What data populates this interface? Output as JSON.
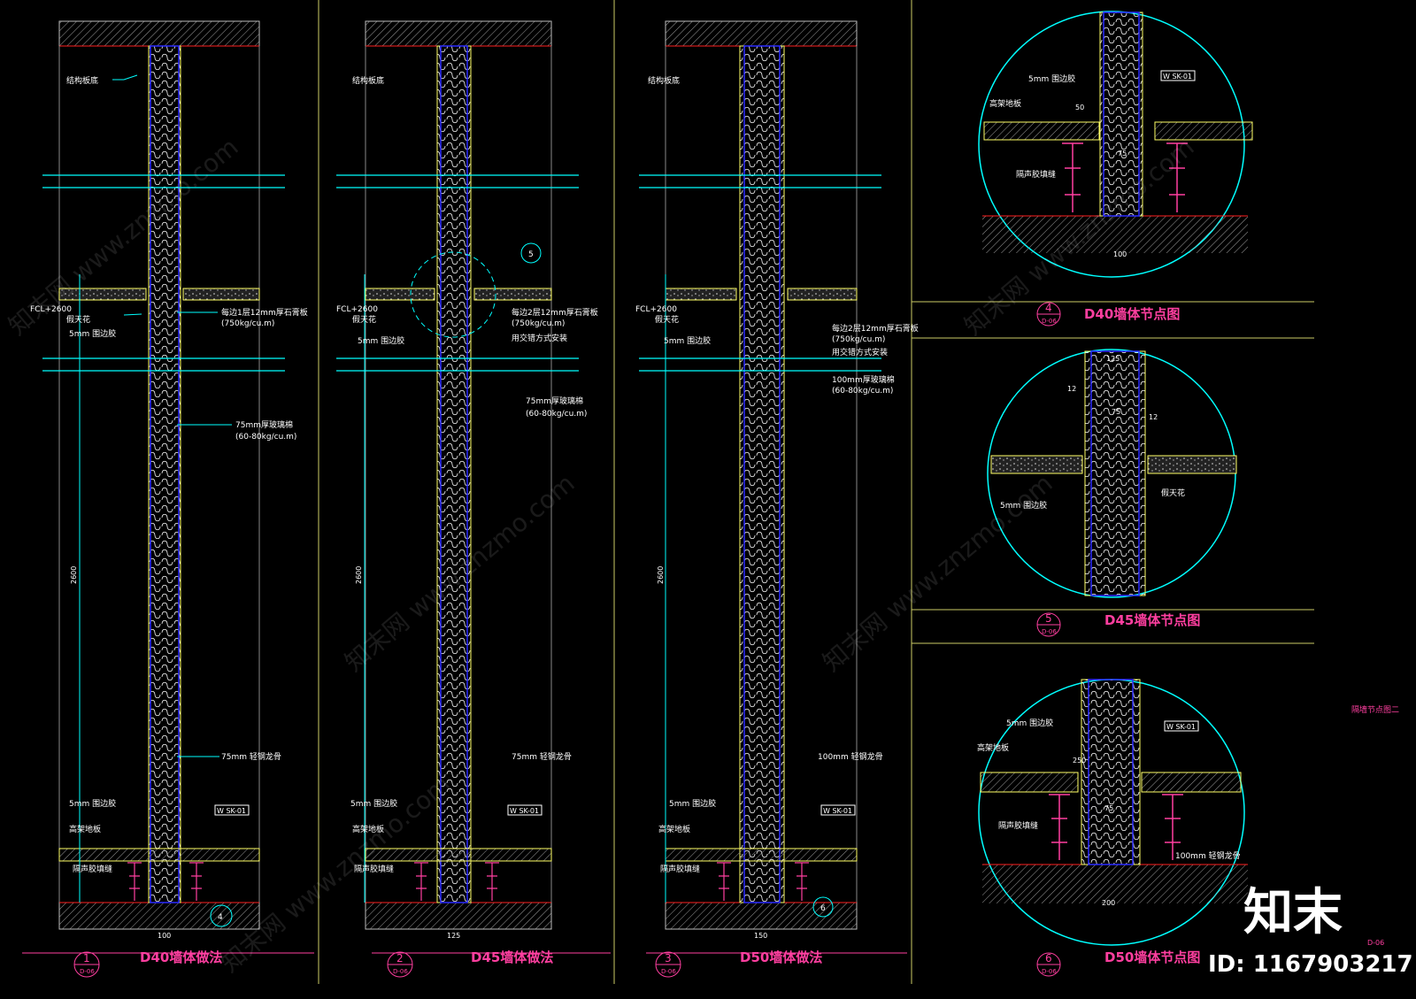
{
  "panels": [
    {
      "title": "D40墙体做法",
      "num": "1",
      "sheet": "D-06",
      "label_board": "结构板底",
      "label_fcl": "FCL+2600",
      "label_ceiling": "假天花",
      "label_sealant": "5mm 围边胶",
      "label_gypsum": "每边1层12mm厚石膏板",
      "label_gypsum_density": "(750kg/cu.m)",
      "label_gypsum_extra": "",
      "label_wool": "75mm厚玻璃棉",
      "label_wool_density": "(60-80kg/cu.m)",
      "label_keel": "75mm 轻钢龙骨",
      "label_sealant2": "5mm 围边胶",
      "label_floor": "高架地板",
      "label_gap": "隔声胶填缝",
      "tag": "W SK-01",
      "height": "2600",
      "width": "100",
      "detail_ref": "4"
    },
    {
      "title": "D45墙体做法",
      "num": "2",
      "sheet": "D-06",
      "label_board": "结构板底",
      "label_fcl": "FCL+2600",
      "label_ceiling": "假天花",
      "label_sealant": "5mm 围边胶",
      "label_gypsum": "每边2层12mm厚石膏板",
      "label_gypsum_density": "(750kg/cu.m)",
      "label_gypsum_extra": "用交错方式安装",
      "label_wool": "75mm厚玻璃棉",
      "label_wool_density": "(60-80kg/cu.m)",
      "label_keel": "75mm 轻钢龙骨",
      "label_sealant2": "5mm 围边胶",
      "label_floor": "高架地板",
      "label_gap": "隔声胶填缝",
      "tag": "W SK-01",
      "height": "2600",
      "width": "125",
      "detail_ref": "5"
    },
    {
      "title": "D50墙体做法",
      "num": "3",
      "sheet": "D-06",
      "label_board": "结构板底",
      "label_fcl": "FCL+2600",
      "label_ceiling": "假天花",
      "label_sealant": "5mm 围边胶",
      "label_gypsum": "每边2层12mm厚石膏板",
      "label_gypsum_density": "(750kg/cu.m)",
      "label_gypsum_extra": "用交错方式安装",
      "label_wool": "100mm厚玻璃棉",
      "label_wool_density": "(60-80kg/cu.m)",
      "label_keel": "100mm 轻钢龙骨",
      "label_sealant2": "5mm 围边胶",
      "label_floor": "高架地板",
      "label_gap": "隔声胶填缝",
      "tag": "W SK-01",
      "height": "2600",
      "width": "150",
      "detail_ref": "6"
    }
  ],
  "details": [
    {
      "title": "D40墙体节点图",
      "num": "4",
      "sheet": "D-06",
      "label_sealant": "5mm 围边胶",
      "label_floor": "高架地板",
      "label_gap": "隔声胶填缝",
      "tag": "W SK-01",
      "dim_top": "50",
      "dim_mid": "75",
      "dim_bottom": "100"
    },
    {
      "title": "D45墙体节点图",
      "num": "5",
      "sheet": "D-06",
      "label_sealant": "5mm 围边胶",
      "label_ceiling": "假天花",
      "dim_top": "125",
      "dim_a": "12",
      "dim_b": "75",
      "dim_c": "12"
    },
    {
      "title": "D50墙体节点图",
      "num": "6",
      "sheet": "D-06",
      "label_sealant": "5mm 围边胶",
      "label_floor": "高架地板",
      "label_gap": "隔声胶填缝",
      "label_keel": "100mm 轻钢龙骨",
      "tag": "W SK-01",
      "dim_top": "250",
      "dim_mid": "75",
      "dim_bottom": "200"
    }
  ],
  "side_note": "隔墙节点图二",
  "corner_sheet": "D-06",
  "watermark": "知末网 www.znzmo.com",
  "brand": "知末",
  "image_id": "ID: 1167903217",
  "colors": {
    "cyan": "#00ffff",
    "yellow": "#ffff66",
    "magenta": "#ff3fa0",
    "blue": "#2a2aff",
    "red": "#ff2020",
    "hatch": "#9a9a9a",
    "green": "#00ff66"
  }
}
